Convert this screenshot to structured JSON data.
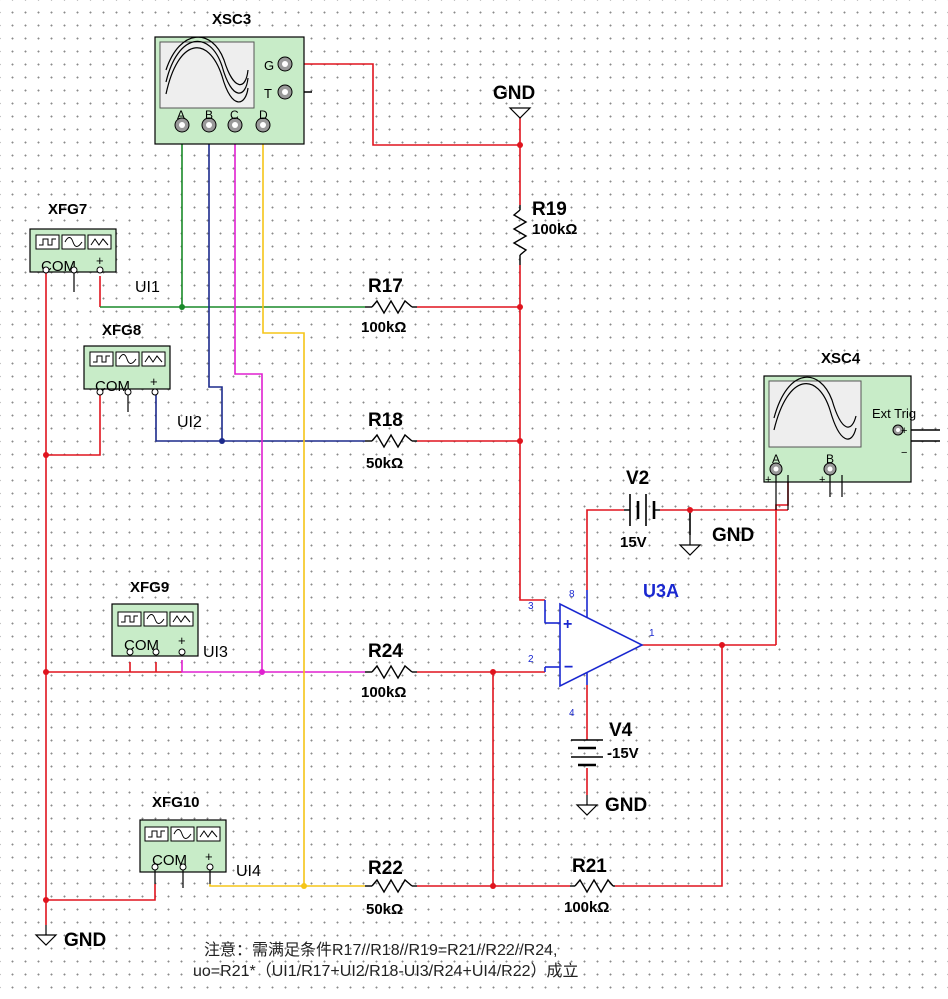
{
  "instruments": {
    "xsc3": {
      "name": "XSC3",
      "terminals": [
        "G",
        "T",
        "A",
        "B",
        "C",
        "D"
      ]
    },
    "xsc4": {
      "name": "XSC4",
      "ext_trig": "Ext Trig",
      "terminals": [
        "A",
        "B"
      ]
    },
    "xfg7": {
      "name": "XFG7"
    },
    "xfg8": {
      "name": "XFG8"
    },
    "xfg9": {
      "name": "XFG9"
    },
    "xfg10": {
      "name": "XFG10"
    },
    "fg_terminals": {
      "com": "COM",
      "plus": "+"
    }
  },
  "signals": {
    "ui1": "UI1",
    "ui2": "UI2",
    "ui3": "UI3",
    "ui4": "UI4"
  },
  "resistors": {
    "r19": {
      "name": "R19",
      "value": "100kΩ"
    },
    "r17": {
      "name": "R17",
      "value": "100kΩ"
    },
    "r18": {
      "name": "R18",
      "value": "50kΩ"
    },
    "r24": {
      "name": "R24",
      "value": "100kΩ"
    },
    "r22": {
      "name": "R22",
      "value": "50kΩ"
    },
    "r21": {
      "name": "R21",
      "value": "100kΩ"
    }
  },
  "sources": {
    "v2": {
      "name": "V2",
      "value": "15V"
    },
    "v4": {
      "name": "V4",
      "value": "-15V"
    }
  },
  "opamp": {
    "name": "U3A",
    "pins": {
      "p3": "3",
      "p2": "2",
      "p1": "1",
      "p8": "8",
      "p4": "4"
    }
  },
  "gnd_label": "GND",
  "note": {
    "line1": "注意：需满足条件R17//R18//R19=R21//R22//R24,",
    "line2": "uo=R21*（UI1/R17+UI2/R18-UI3/R24+UI4/R22）成立"
  },
  "colors": {
    "red": "#e0141e",
    "green": "#1a8a2a",
    "navy": "#1c2a8c",
    "magenta": "#e020d0",
    "yellow": "#f5c518",
    "black": "#000000",
    "opamp_blue": "#1a28d0",
    "instrument_fill": "#c8ecc8"
  }
}
